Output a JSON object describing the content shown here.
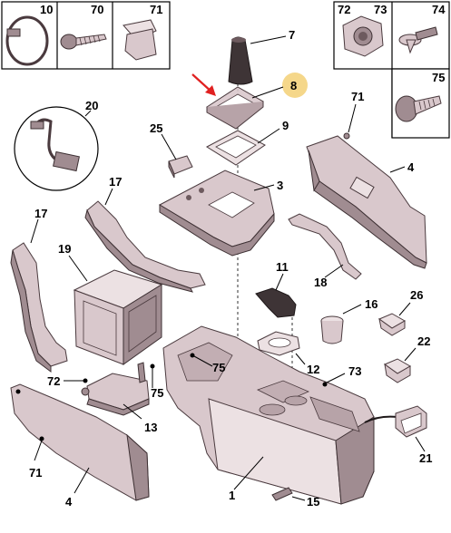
{
  "diagram": {
    "callouts": [
      "1",
      "4",
      "4",
      "7",
      "8",
      "9",
      "3",
      "11",
      "12",
      "13",
      "15",
      "16",
      "17",
      "17",
      "18",
      "19",
      "20",
      "21",
      "22",
      "25",
      "26",
      "71",
      "71",
      "72",
      "73",
      "75"
    ],
    "box_labels": [
      "10",
      "70",
      "71",
      "72",
      "73",
      "74",
      "75"
    ],
    "highlight_color": "#f5d78a",
    "arrow_color": "#e02020",
    "part_color": "#d9c8cc",
    "part_dark_color": "#a08c91"
  },
  "labels": {
    "b10": "10",
    "b70": "70",
    "b71": "71",
    "b72": "72",
    "b73": "73",
    "b74": "74",
    "b75": "75",
    "c7": "7",
    "c8": "8",
    "c9": "9",
    "c3": "3",
    "c25": "25",
    "c20": "20",
    "c71a": "71",
    "c4a": "4",
    "c17a": "17",
    "c17b": "17",
    "c19": "19",
    "c18": "18",
    "c11": "11",
    "c16": "16",
    "c26": "26",
    "c12": "12",
    "c22": "22",
    "c75a": "75",
    "c72": "72",
    "c75b": "75",
    "c73": "73",
    "c13": "13",
    "c71b": "71",
    "c4b": "4",
    "c1": "1",
    "c21": "21",
    "c15": "15"
  }
}
